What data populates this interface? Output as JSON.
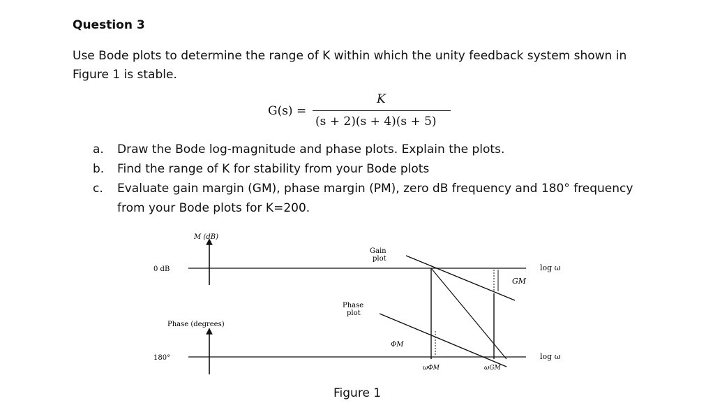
{
  "question": {
    "title": "Question 3",
    "text": "Use Bode plots to determine the range of K within which the unity feedback system shown in Figure 1 is stable."
  },
  "formula": {
    "lhs": "G(s) =",
    "numerator": "K",
    "denominator": "(s + 2)(s + 4)(s + 5)"
  },
  "parts": [
    {
      "marker": "a.",
      "text": "Draw the Bode log-magnitude and phase plots. Explain the plots."
    },
    {
      "marker": "b.",
      "text": "Find the range of K for stability from your Bode plots"
    },
    {
      "marker": "c.",
      "text": "Evaluate gain margin (GM), phase margin (PM), zero dB frequency and 180° frequency from your Bode plots for K=200."
    }
  ],
  "figure": {
    "magnitude_axis_label": "M (dB)",
    "zero_db_label": "0 dB",
    "gain_plot_label_line1": "Gain",
    "gain_plot_label_line2": "plot",
    "phase_plot_label_line1": "Phase",
    "phase_plot_label_line2": "plot",
    "phase_axis_label": "Phase (degrees)",
    "deg180_label": "180°",
    "log_w_label_top": "log ω",
    "log_w_label_bottom": "log ω",
    "gm_label": "GM",
    "phi_m_label": "ΦM",
    "w_phi_m_label": "ωΦM",
    "w_gm_label": "ωGM",
    "caption": "Figure 1"
  }
}
